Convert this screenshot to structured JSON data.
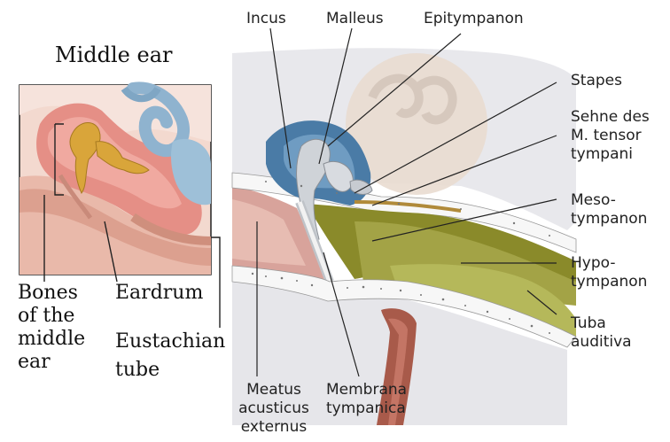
{
  "left_figure": {
    "title": "Middle ear",
    "labels": {
      "bones": [
        "Bones",
        "of the",
        "middle",
        "ear"
      ],
      "eardrum": "Eardrum",
      "eustachian": [
        "Eustachian",
        "tube"
      ]
    }
  },
  "right_figure": {
    "labels": {
      "incus": "Incus",
      "malleus": "Malleus",
      "epitympanon": "Epitympanon",
      "stapes": "Stapes",
      "tensor": [
        "Sehne des",
        "M. tensor",
        "tympani"
      ],
      "mesotympanon": [
        "Meso-",
        "tympanon"
      ],
      "hypotympanon": [
        "Hypo-",
        "tympanon"
      ],
      "tuba": [
        "Tuba",
        "auditiva"
      ],
      "meatus": [
        "Meatus",
        "acusticus",
        "externus"
      ],
      "membrana": [
        "Membrana",
        "tympanica"
      ]
    }
  },
  "colors": {
    "bone_gold": "#d9a53a",
    "tympanic_pink": "#e6a49a",
    "inner_ear_blue": "#8fb3cf",
    "epitympanon_blue": "#4a7ba6",
    "mesotympanon_olive": "#8a8a2a",
    "hypotympanon_green": "#b5b85a",
    "tube_red": "#a85a4a"
  }
}
